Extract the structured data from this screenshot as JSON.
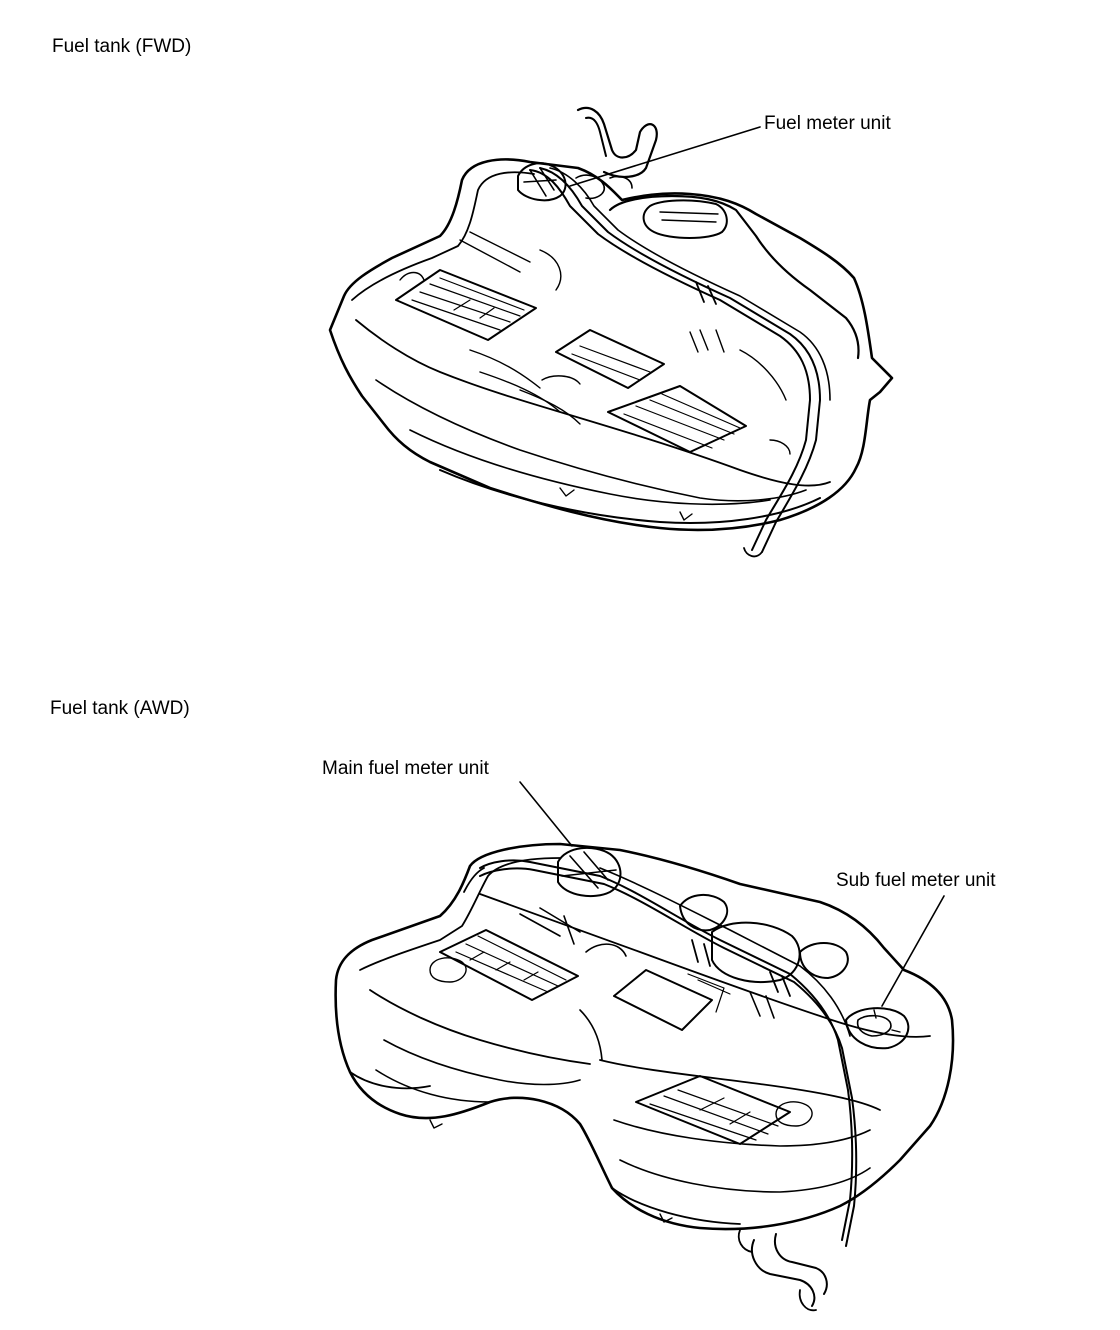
{
  "fwd": {
    "title": "Fuel tank (FWD)",
    "callouts": {
      "fuel_meter_unit": "Fuel meter unit"
    }
  },
  "awd": {
    "title": "Fuel tank (AWD)",
    "callouts": {
      "main_fuel_meter_unit": "Main fuel meter unit",
      "sub_fuel_meter_unit": "Sub fuel meter unit"
    }
  },
  "colors": {
    "ink": "#000000",
    "background": "#ffffff"
  }
}
